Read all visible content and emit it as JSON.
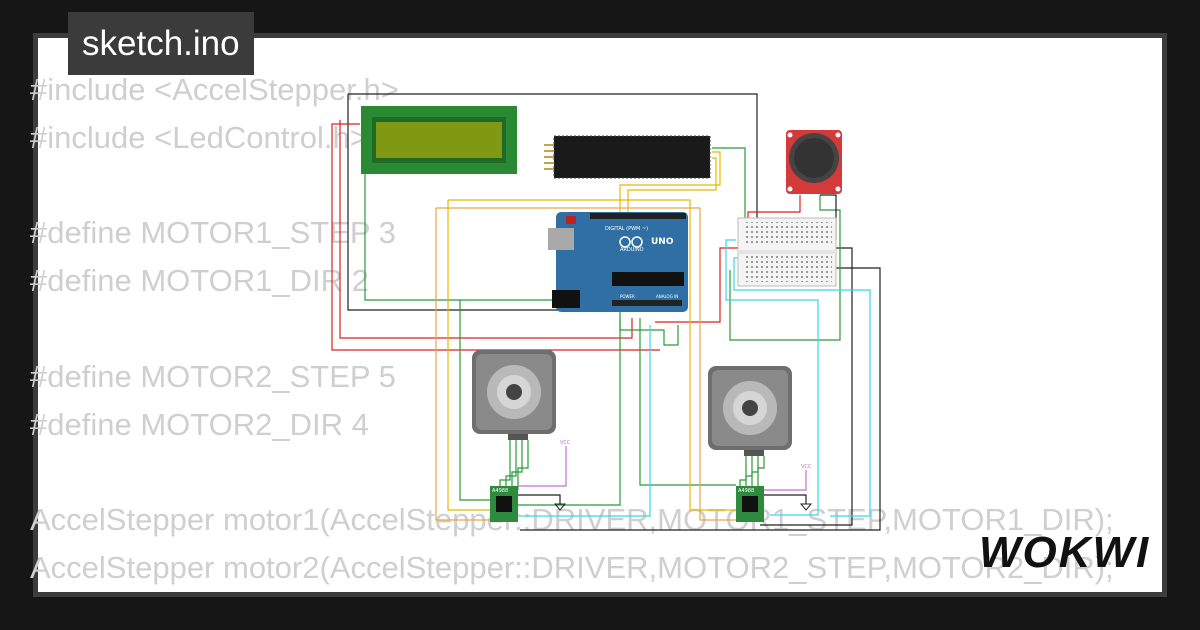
{
  "tab": {
    "filename": "sketch.ino"
  },
  "code_lines": [
    "#include <AccelStepper.h>",
    "#include <LedControl.h>",
    "",
    "#define MOTOR1_STEP 3",
    "#define MOTOR1_DIR 2",
    "",
    "#define MOTOR2_STEP 5",
    "#define MOTOR2_DIR 4",
    "",
    "AccelStepper motor1(AccelStepper::DRIVER,MOTOR1_STEP,MOTOR1_DIR);",
    "AccelStepper motor2(AccelStepper::DRIVER,MOTOR2_STEP,MOTOR2_DIR);"
  ],
  "components": {
    "arduino": {
      "board": "UNO",
      "brand": "ARDUINO",
      "digital_label": "DIGITAL (PWM ~)",
      "power_label": "POWER",
      "analog_label": "ANALOG IN"
    },
    "driver1": {
      "label": "A4988"
    },
    "driver2": {
      "label": "A4988"
    },
    "vcc1": {
      "label": "VCC"
    },
    "vcc2": {
      "label": "VCC"
    }
  },
  "brand": {
    "logo": "WOKWI"
  },
  "colors": {
    "lcd_green": "#2a8a33",
    "lcd_screen": "#7f9a12",
    "uno_blue": "#2f6fa4",
    "driver_green": "#2e8b3e",
    "joystick_red": "#d43a3a",
    "code_text": "#cfcfcf"
  }
}
